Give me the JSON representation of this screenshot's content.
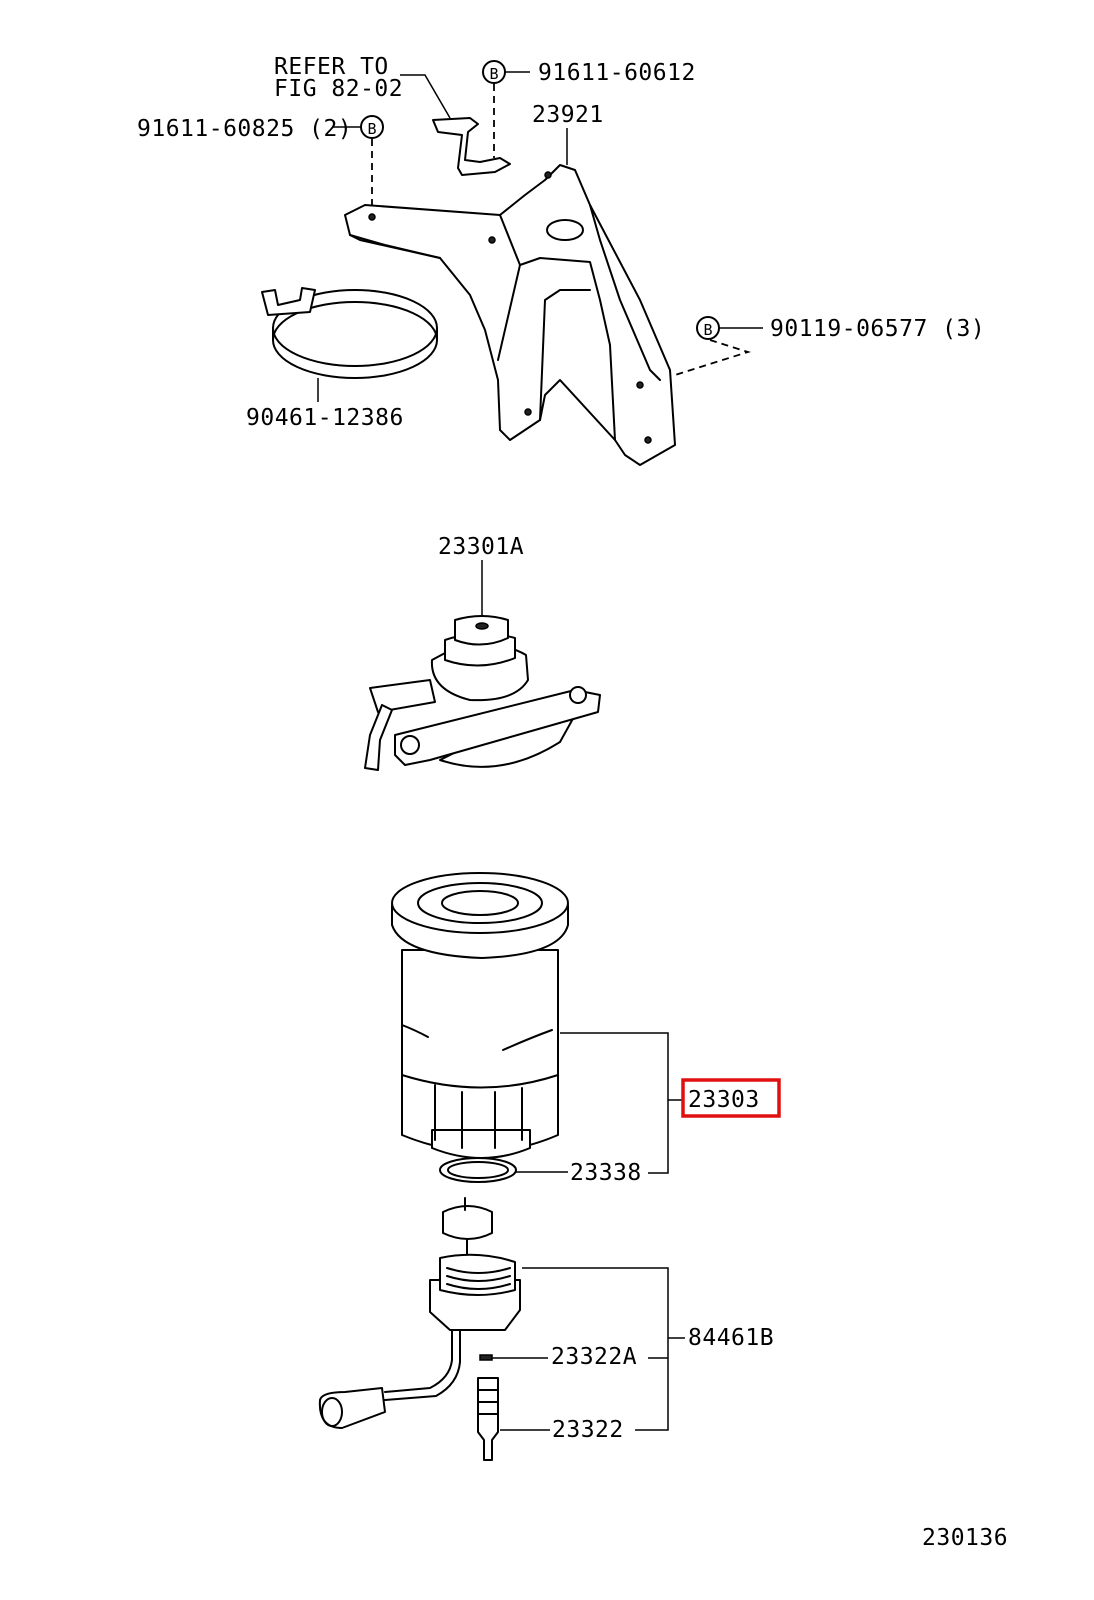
{
  "labels": {
    "refer_line1": "REFER TO",
    "refer_line2": "FIG 82-02",
    "part_91611_60612": "91611-60612",
    "part_91611_60825": "91611-60825 (2)",
    "part_23921": "23921",
    "part_90119_06577": "90119-06577 (3)",
    "part_90461_12386": "90461-12386",
    "part_23301A": "23301A",
    "part_23303": "23303",
    "part_23338": "23338",
    "part_84461B": "84461B",
    "part_23322A": "23322A",
    "part_23322": "23322",
    "figure_number": "230136"
  },
  "bolt_symbol": "B",
  "colors": {
    "highlight": "#e01010",
    "line": "#000000",
    "background": "#ffffff"
  }
}
